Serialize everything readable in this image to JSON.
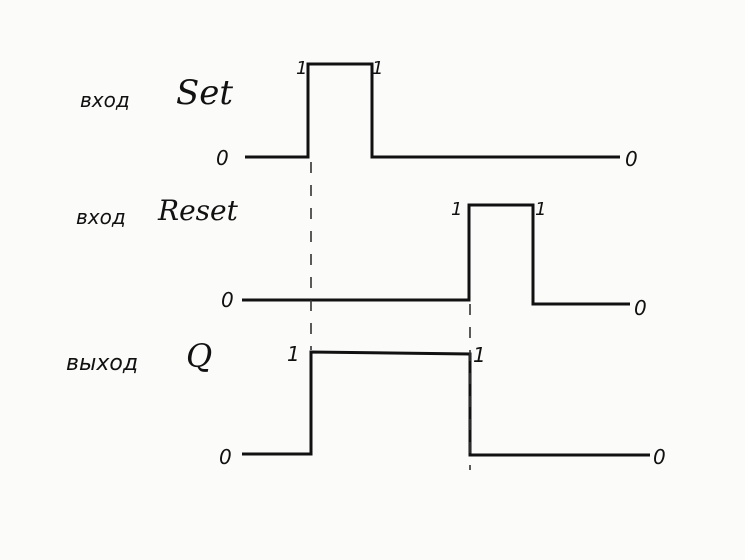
{
  "signals": [
    {
      "id": "set",
      "prefix": "вход",
      "name": "Set",
      "levels": [
        0,
        1,
        0
      ],
      "edge_labels": [
        "0",
        "1",
        "1",
        "0"
      ]
    },
    {
      "id": "reset",
      "prefix": "вход",
      "name": "Reset",
      "levels": [
        0,
        1,
        0
      ],
      "edge_labels": [
        "0",
        "1",
        "1",
        "0"
      ]
    },
    {
      "id": "q",
      "prefix": "выход",
      "name": "Q",
      "levels": [
        0,
        1,
        0
      ],
      "edge_labels": [
        "0",
        "1",
        "1",
        "0"
      ]
    }
  ],
  "ink_color": "#111111",
  "paper_color": "#fbfbfa"
}
